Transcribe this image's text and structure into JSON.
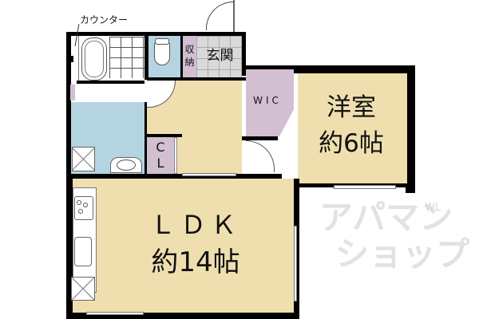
{
  "floorplan": {
    "rooms": {
      "ldk": {
        "name": "ＬＤＫ",
        "size": "約14帖"
      },
      "western": {
        "name": "洋室",
        "size": "約6帖"
      },
      "entrance": {
        "name": "玄関"
      },
      "storage": {
        "name": "収納",
        "line1": "収",
        "line2": "納"
      },
      "wic": {
        "name": "WIC"
      },
      "closet": {
        "name": "CL",
        "line1": "C",
        "line2": "L"
      }
    },
    "annotations": {
      "counter": "カウンター"
    }
  },
  "watermark": {
    "line1": "アパマン",
    "line2": "ショップ",
    "badge": "WL"
  },
  "colors": {
    "living": "#efdfae",
    "wet_area": "#b5d4e2",
    "storage": "#d2bfd2",
    "entrance": "#d9d9d9",
    "wall": "#000000"
  }
}
